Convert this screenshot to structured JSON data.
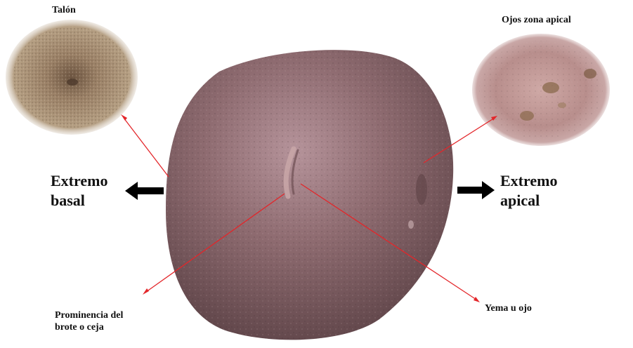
{
  "labels": {
    "talon": "Talón",
    "ojos_apical": "Ojos zona apical",
    "extremo_basal_1": "Extremo",
    "extremo_basal_2": "basal",
    "extremo_apical_1": "Extremo",
    "extremo_apical_2": "apical",
    "prominencia_1": "Prominencia del",
    "prominencia_2": "brote o ceja",
    "yema": "Yema u ojo"
  },
  "colors": {
    "pointer_line": "#e3262a",
    "direction_arrow": "#000000",
    "tuber_skin": "#8a6668",
    "talon_skin": "#9e8468",
    "apical_skin": "#c8a2a0"
  }
}
